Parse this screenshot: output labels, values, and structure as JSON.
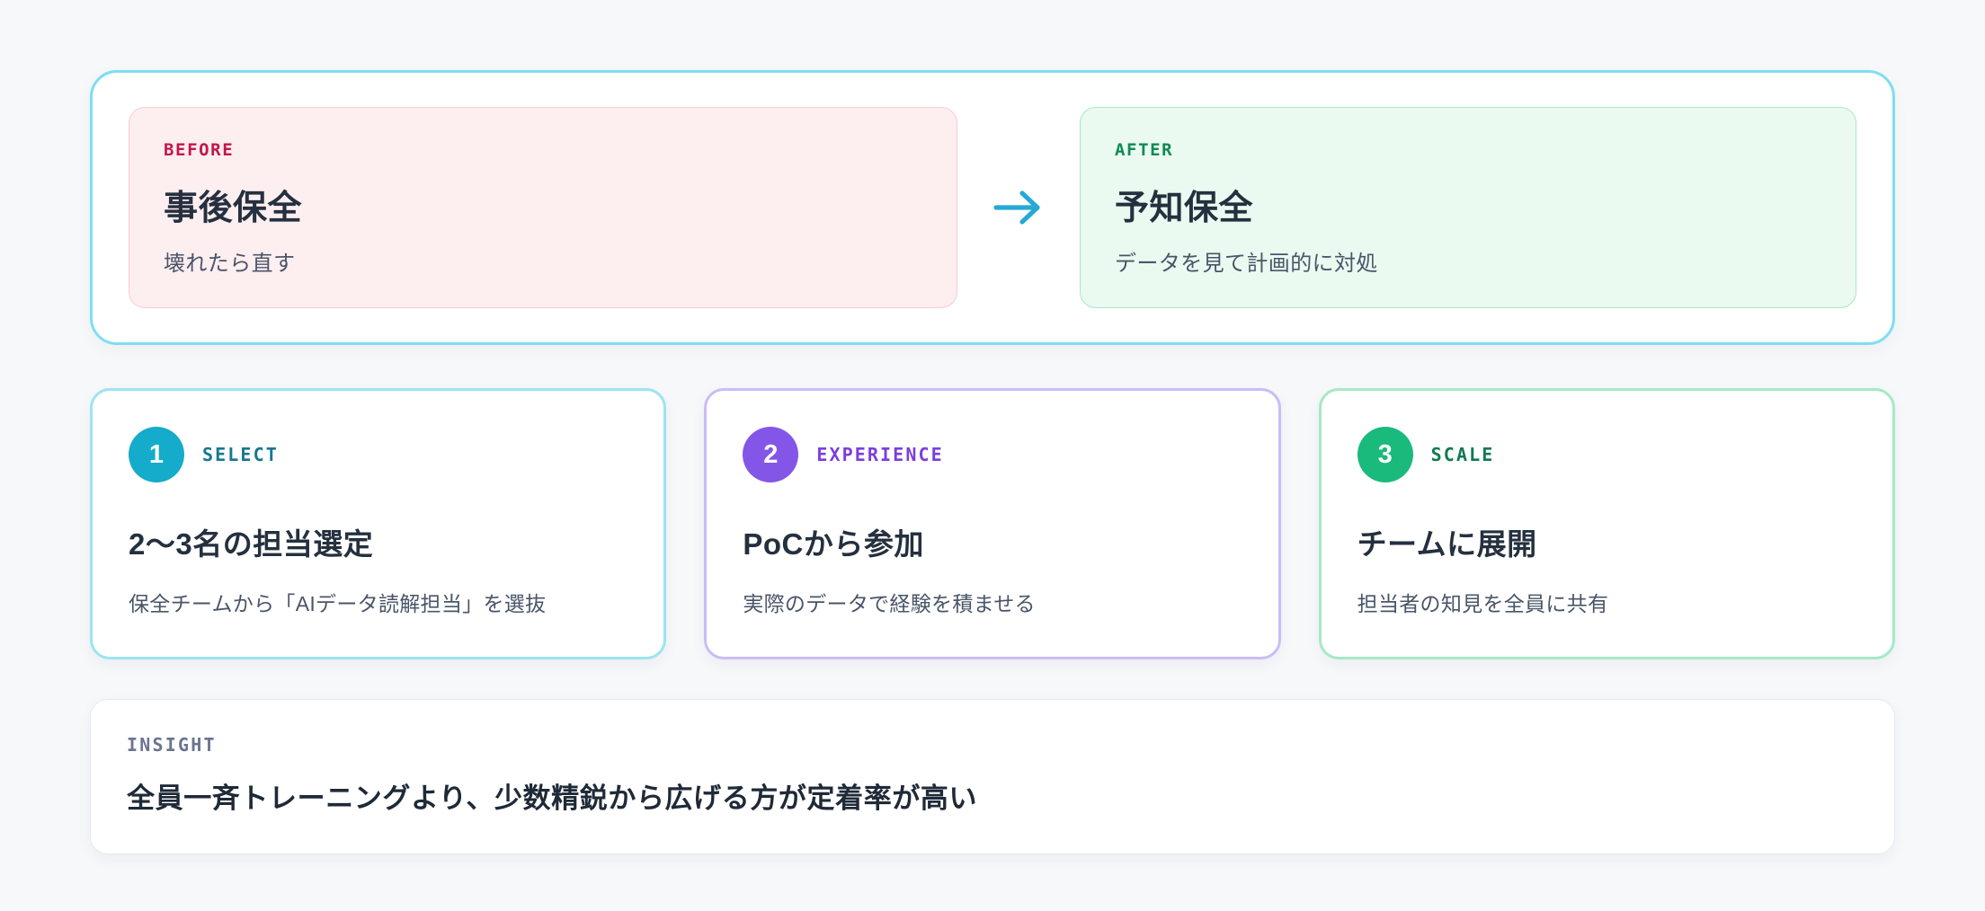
{
  "hero": {
    "before": {
      "label": "BEFORE",
      "title": "事後保全",
      "subtitle": "壊れたら直す"
    },
    "arrow_icon": "arrow-right-icon",
    "after": {
      "label": "AFTER",
      "title": "予知保全",
      "subtitle": "データを見て計画的に対処"
    }
  },
  "steps": [
    {
      "number": "1",
      "kicker": "SELECT",
      "title": "2〜3名の担当選定",
      "description": "保全チームから「AIデータ読解担当」を選抜",
      "badge_color": "#15abca",
      "border_color": "#9ce4f1",
      "kicker_color": "#15788e"
    },
    {
      "number": "2",
      "kicker": "EXPERIENCE",
      "title": "PoCから参加",
      "description": "実際のデータで経験を積ませる",
      "badge_color": "#8356e8",
      "border_color": "#cabdf6",
      "kicker_color": "#7b3ede"
    },
    {
      "number": "3",
      "kicker": "SCALE",
      "title": "チームに展開",
      "description": "担当者の知見を全員に共有",
      "badge_color": "#1aba7b",
      "border_color": "#a5e9c5",
      "kicker_color": "#117a52"
    }
  ],
  "insight": {
    "label": "INSIGHT",
    "text": "全員一斉トレーニングより、少数精鋭から広げる方が定着率が高い"
  },
  "colors": {
    "page_background": "#f7f8fa",
    "hero_border": "#7edef2",
    "before_background": "#fdeef0",
    "before_border": "#f8ccd4",
    "before_label": "#c2174a",
    "after_background": "#eafaf0",
    "after_border": "#a9e7c5",
    "after_label": "#0f8a54",
    "arrow": "#26a9d4",
    "heading_text": "#25303f",
    "body_text": "#4a5568",
    "insight_label": "#6b7590"
  }
}
